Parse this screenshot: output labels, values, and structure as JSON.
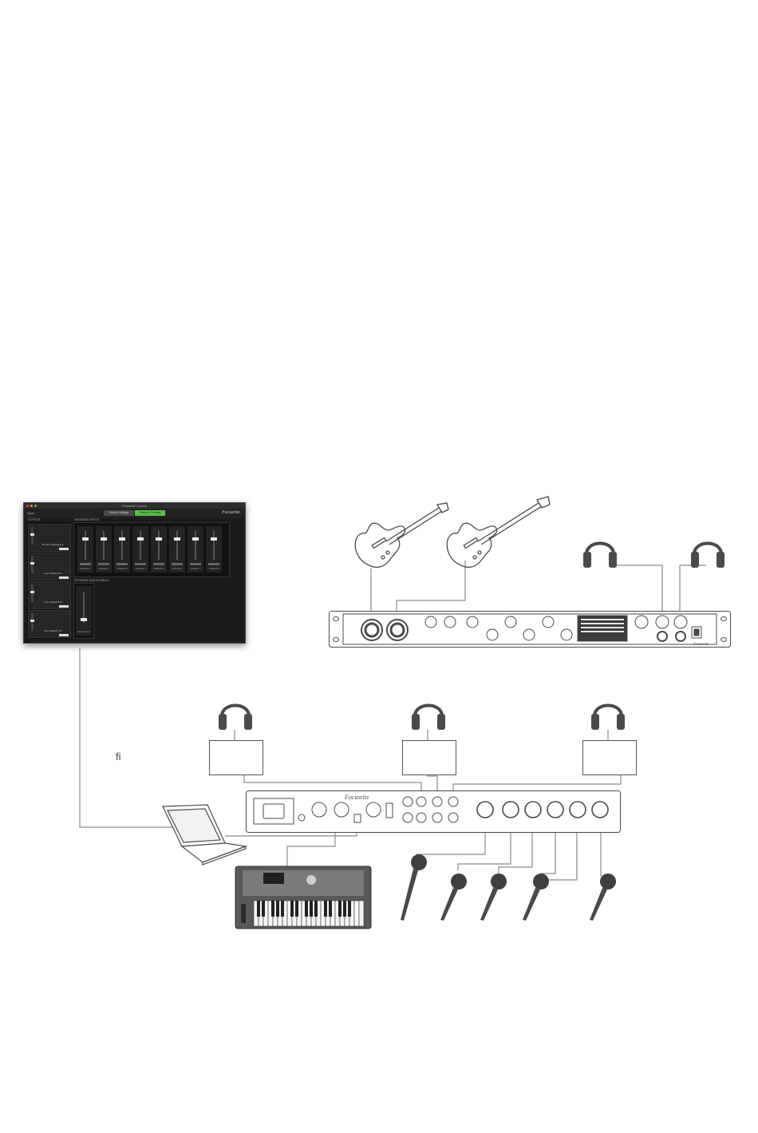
{
  "body_text": "ﬁ",
  "focusrite_control": {
    "window_title": "Focusrite Control",
    "sync_label": "Sync",
    "tab_device_settings": "Device Settings",
    "tab_mixing_routing": "Mixing & Routing",
    "brand": "Focusrite",
    "outputs_heading": "OUTPUTS",
    "hardware_inputs_heading": "HARDWARE INPUTS",
    "software_playback_heading": "SOFTWARE DAW PLAYBACK",
    "outputs": [
      {
        "name": "Monitor Outputs 1-2"
      },
      {
        "name": "Line Outputs 3-4"
      },
      {
        "name": "Line Outputs 5-6"
      },
      {
        "name": "Line Outputs 7-8"
      }
    ],
    "channels": [
      "Analogue 1",
      "Analogue 2",
      "Analogue 3",
      "Analogue 4",
      "Analogue 5",
      "Analogue 6",
      "Analogue 7",
      "Analogue 8"
    ],
    "playback_channel": "Playback 1-2"
  },
  "front_panel": {
    "brand": "Focusrite"
  },
  "rear_panel": {
    "brand": "Focusrite"
  },
  "colors": {
    "wire": "#8a8a8a",
    "device_stroke": "#4a4a4a",
    "accent_green": "#5bbf4a"
  }
}
